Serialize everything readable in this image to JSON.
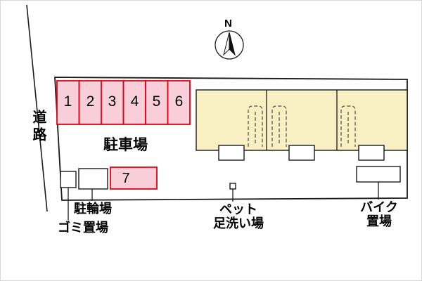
{
  "compass": {
    "label": "N"
  },
  "road": {
    "label": "道路"
  },
  "parking": {
    "area_label": "駐車場",
    "spaces": [
      "1",
      "2",
      "3",
      "4",
      "5",
      "6"
    ],
    "space_7": "7"
  },
  "facilities": {
    "bicycle": "駐輪場",
    "garbage": "ゴミ置場",
    "pet_wash_line1": "ペット",
    "pet_wash_line2": "足洗い場",
    "bike_line1": "バイク",
    "bike_line2": "置場"
  },
  "colors": {
    "space-fill": "#f8cfd8",
    "space-border": "#e60012",
    "building-fill": "#f8efc2"
  }
}
